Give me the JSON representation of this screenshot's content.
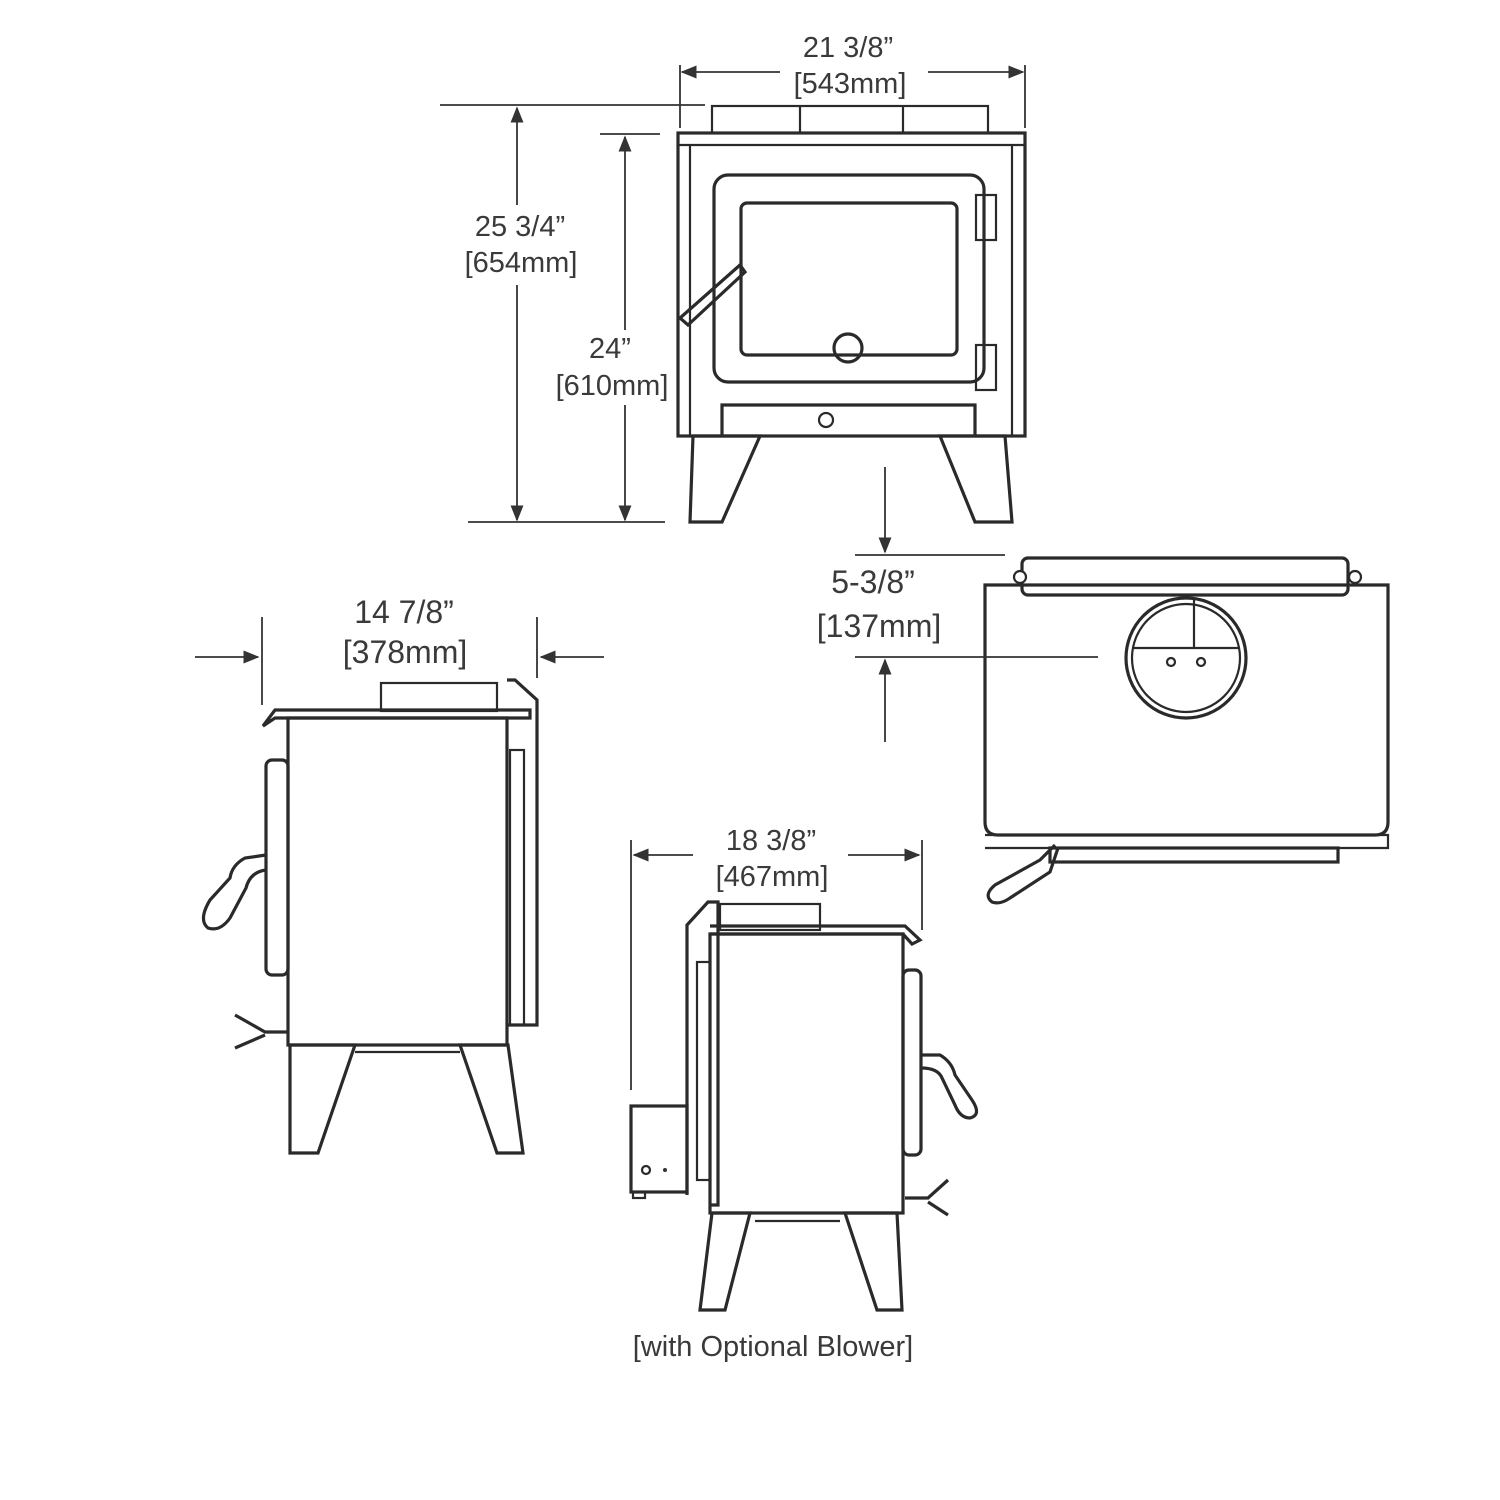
{
  "dimensions": {
    "front_width": {
      "imperial": "21 3/8”",
      "metric": "[543mm]"
    },
    "overall_height": {
      "imperial": "25 3/4”",
      "metric": "[654mm]"
    },
    "flue_height": {
      "imperial": "24”",
      "metric": "[610mm]"
    },
    "flue_offset": {
      "imperial": "5-3/8”",
      "metric": "[137mm]"
    },
    "side_depth": {
      "imperial": "14 7/8”",
      "metric": "[378mm]"
    },
    "blower_depth": {
      "imperial": "18 3/8”",
      "metric": "[467mm]"
    }
  },
  "captions": {
    "blower_view": "[with Optional Blower]"
  }
}
